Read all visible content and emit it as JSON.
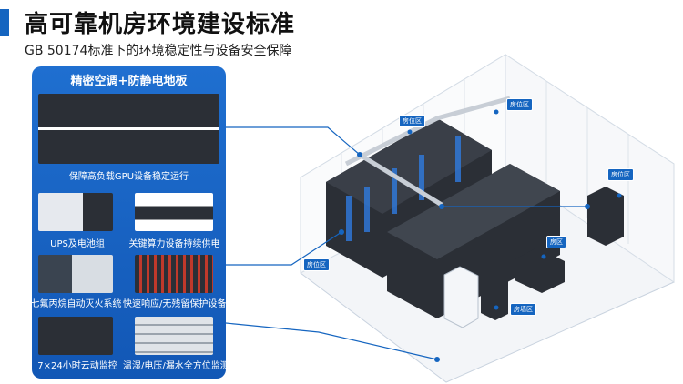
{
  "header": {
    "title": "高可靠机房环境建设标准",
    "subtitle": "GB 50174标准下的环境稳定性与设备安全保障"
  },
  "panel": {
    "title": "精密空调+防静电地板",
    "main_caption": "保障高负载GPU设备稳定运行",
    "items": [
      {
        "caption": "UPS及电池组"
      },
      {
        "caption": "关键算力设备持续供电"
      },
      {
        "caption": "七氟丙烷自动灭火系统"
      },
      {
        "caption": "快速响应/无残留保护设备"
      },
      {
        "caption": "7×24小时云动监控"
      },
      {
        "caption": "温湿/电压/漏水全方位监测"
      }
    ]
  },
  "room_labels": [
    "房位区",
    "房位区",
    "房位区",
    "房位区",
    "房区",
    "房墙区"
  ],
  "colors": {
    "accent": "#1565c0",
    "rack": "#2b2f36"
  }
}
